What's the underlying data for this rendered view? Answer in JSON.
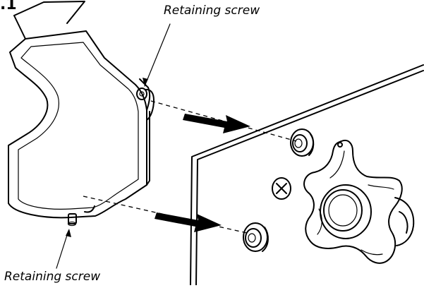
{
  "figure": {
    "number": ".1",
    "callouts": {
      "top": "Retaining screw",
      "bottom": "Retaining screw"
    }
  }
}
